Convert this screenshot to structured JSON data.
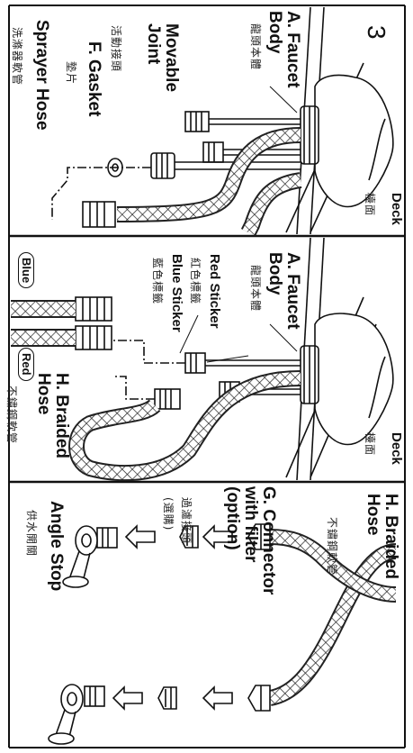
{
  "step": "3",
  "panel1": {
    "deck": "Deck",
    "deck_zh": "檯面",
    "faucet_body": "A. Faucet Body",
    "faucet_body_zh": "龍頭本體",
    "movable_joint": "Movable Joint",
    "movable_joint_zh": "活動接頭",
    "gasket": "F. Gasket",
    "gasket_zh": "墊片",
    "sprayer_hose": "Sprayer Hose",
    "sprayer_hose_zh": "洗滌器軟管"
  },
  "panel2": {
    "deck": "Deck",
    "deck_zh": "檯面",
    "faucet_body": "A. Faucet Body",
    "faucet_body_zh": "龍頭本體",
    "red_sticker": "Red Sticker",
    "red_sticker_zh": "紅色標籤",
    "blue_sticker": "Blue Sticker",
    "blue_sticker_zh": "藍色標籤",
    "blue_tag": "Blue",
    "red_tag": "Red",
    "braided_hose": "H. Braided Hose",
    "braided_hose_zh": "不鏽鋼軟管"
  },
  "panel3": {
    "braided_hose": "H. Braided Hose",
    "braided_hose_zh": "不鏽鋼軟管",
    "connector": "G. Connector with filter (option)",
    "connector_zh": "過濾接頭",
    "connector_zh2": "(選購)",
    "angle_stop": "Angle Stop",
    "angle_stop_zh": "供水開關"
  },
  "colors": {
    "ink": "#111111",
    "hose": "#222222",
    "paper": "#ffffff"
  }
}
